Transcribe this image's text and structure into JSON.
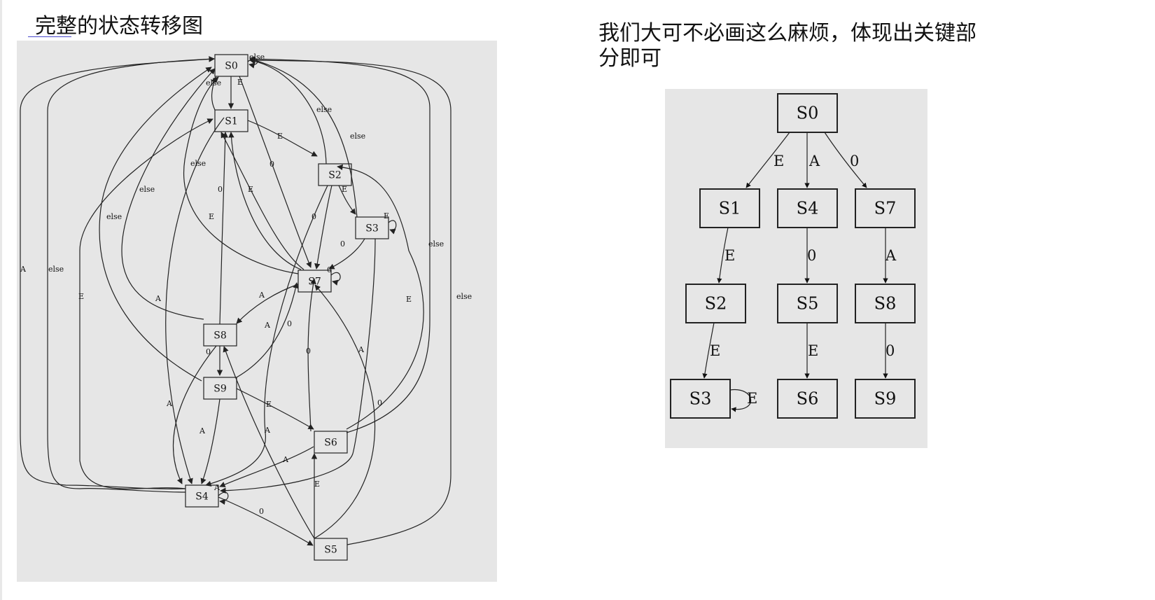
{
  "page": {
    "left_title": "完整的状态转移图",
    "right_title": "我们大可不必画这么麻烦，体现出关键部分即可"
  },
  "full_diagram": {
    "nodes": [
      {
        "id": "S0",
        "label": "S0"
      },
      {
        "id": "S1",
        "label": "S1"
      },
      {
        "id": "S2",
        "label": "S2"
      },
      {
        "id": "S3",
        "label": "S3"
      },
      {
        "id": "S7",
        "label": "S7"
      },
      {
        "id": "S8",
        "label": "S8"
      },
      {
        "id": "S9",
        "label": "S9"
      },
      {
        "id": "S6",
        "label": "S6"
      },
      {
        "id": "S4",
        "label": "S4"
      },
      {
        "id": "S5",
        "label": "S5"
      }
    ],
    "edges": [
      {
        "from": "S0",
        "to": "S0",
        "label": "else"
      },
      {
        "from": "S0",
        "to": "S1",
        "label": "E"
      },
      {
        "from": "S1",
        "to": "S0",
        "label": "else"
      },
      {
        "from": "S0",
        "to": "S7",
        "label": "0"
      },
      {
        "from": "S1",
        "to": "S2",
        "label": "E"
      },
      {
        "from": "S2",
        "to": "S0",
        "label": "else"
      },
      {
        "from": "S3",
        "to": "S0",
        "label": "else"
      },
      {
        "from": "S2",
        "to": "S3",
        "label": "E"
      },
      {
        "from": "S3",
        "to": "S3",
        "label": "E"
      },
      {
        "from": "S2",
        "to": "S7",
        "label": "0"
      },
      {
        "from": "S3",
        "to": "S7",
        "label": "0"
      },
      {
        "from": "S7",
        "to": "S7",
        "label": "0"
      },
      {
        "from": "S7",
        "to": "S0",
        "label": "else"
      },
      {
        "from": "S7",
        "to": "S1",
        "label": "0"
      },
      {
        "from": "S7",
        "to": "S1",
        "label": "E"
      },
      {
        "from": "S8",
        "to": "S1",
        "label": "E"
      },
      {
        "from": "S8",
        "to": "S0",
        "label": "else"
      },
      {
        "from": "S9",
        "to": "S0",
        "label": "else"
      },
      {
        "from": "S7",
        "to": "S8",
        "label": "A"
      },
      {
        "from": "S8",
        "to": "S9",
        "label": "0"
      },
      {
        "from": "S9",
        "to": "S7",
        "label": "0"
      },
      {
        "from": "S9",
        "to": "S6",
        "label": "E"
      },
      {
        "from": "S9",
        "to": "S4",
        "label": "A"
      },
      {
        "from": "S8",
        "to": "S4",
        "label": "A"
      },
      {
        "from": "S1",
        "to": "S4",
        "label": "A"
      },
      {
        "from": "S2",
        "to": "S4",
        "label": "A"
      },
      {
        "from": "S3",
        "to": "S4",
        "label": "A"
      },
      {
        "from": "S6",
        "to": "S4",
        "label": "A"
      },
      {
        "from": "S6",
        "to": "S7",
        "label": "0"
      },
      {
        "from": "S6",
        "to": "S2",
        "label": "E"
      },
      {
        "from": "S6",
        "to": "S0",
        "label": "else"
      },
      {
        "from": "S4",
        "to": "S4",
        "label": "A"
      },
      {
        "from": "S4",
        "to": "S0",
        "label": "A"
      },
      {
        "from": "S4",
        "to": "S0",
        "label": "else"
      },
      {
        "from": "S4",
        "to": "S1",
        "label": "E"
      },
      {
        "from": "S4",
        "to": "S5",
        "label": "0"
      },
      {
        "from": "S5",
        "to": "S6",
        "label": "E"
      },
      {
        "from": "S5",
        "to": "S8",
        "label": "A"
      },
      {
        "from": "S5",
        "to": "S7",
        "label": "0"
      },
      {
        "from": "S5",
        "to": "S0",
        "label": "else"
      }
    ]
  },
  "simple_diagram": {
    "nodes": [
      {
        "id": "S0",
        "label": "S0"
      },
      {
        "id": "S1",
        "label": "S1"
      },
      {
        "id": "S4",
        "label": "S4"
      },
      {
        "id": "S7",
        "label": "S7"
      },
      {
        "id": "S2",
        "label": "S2"
      },
      {
        "id": "S5",
        "label": "S5"
      },
      {
        "id": "S8",
        "label": "S8"
      },
      {
        "id": "S3",
        "label": "S3"
      },
      {
        "id": "S6",
        "label": "S6"
      },
      {
        "id": "S9",
        "label": "S9"
      }
    ],
    "edges": [
      {
        "from": "S0",
        "to": "S1",
        "label": "E"
      },
      {
        "from": "S0",
        "to": "S4",
        "label": "A"
      },
      {
        "from": "S0",
        "to": "S7",
        "label": "0"
      },
      {
        "from": "S1",
        "to": "S2",
        "label": "E"
      },
      {
        "from": "S4",
        "to": "S5",
        "label": "0"
      },
      {
        "from": "S7",
        "to": "S8",
        "label": "A"
      },
      {
        "from": "S2",
        "to": "S3",
        "label": "E"
      },
      {
        "from": "S5",
        "to": "S6",
        "label": "E"
      },
      {
        "from": "S8",
        "to": "S9",
        "label": "0"
      },
      {
        "from": "S3",
        "to": "S3",
        "label": "E"
      }
    ]
  }
}
